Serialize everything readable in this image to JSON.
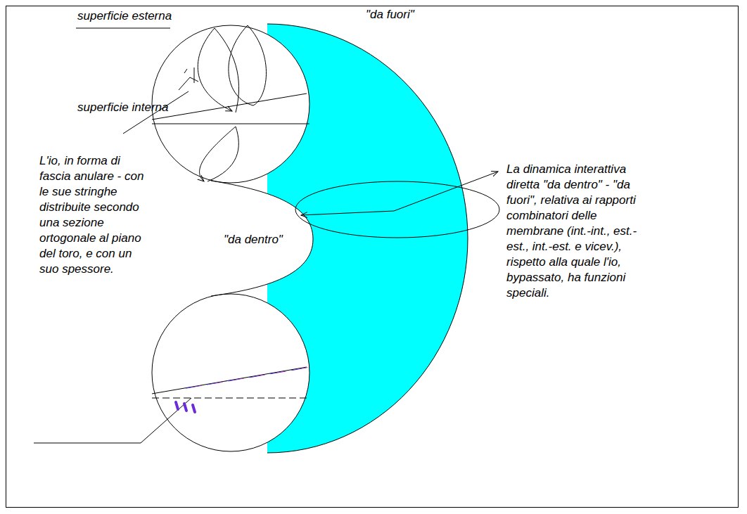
{
  "diagram": {
    "labels": [
      "superficie esterna",
      "superficie interna",
      "\"da fuori\"",
      "\"da dentro\"",
      "L'io, in forma di fascia anulare - con le sue stringhe distribuite secondo una sezione ortogonale al piano del toro, e con un suo spessore.",
      "La dinamica interattiva diretta \"da dentro\" - \"da fuori\", relativa ai rapporti combinatori delle membrane (int.-int., est.-est., int.-est. e vicev.), rispetto alla quale l'io, bypassato, ha funzioni speciali."
    ]
  }
}
